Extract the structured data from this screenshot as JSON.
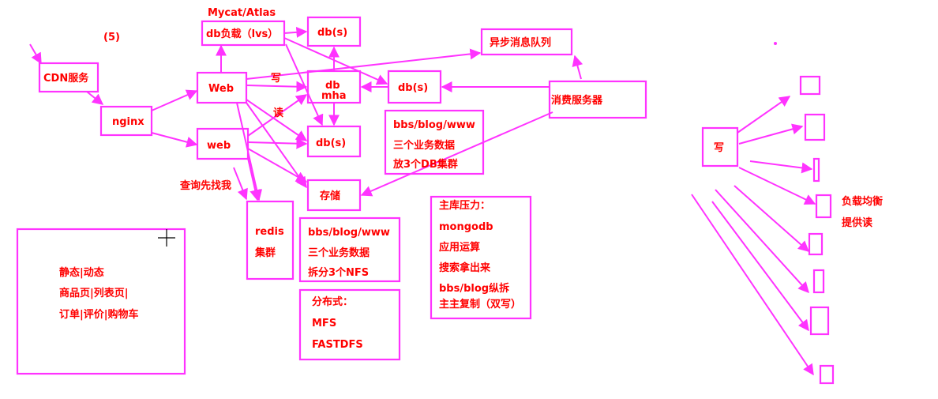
{
  "colors": {
    "stroke": "#ff33ff",
    "text": "#ff0000"
  },
  "labels": {
    "step": "(5)",
    "mycat": "Mycat/Atlas",
    "cdn": "CDN服务",
    "nginx": "nginx",
    "web_upper": "Web",
    "web_lower": "web",
    "db_lb": "db负载（lvs）",
    "db_s_top": "db(s)",
    "db": "db",
    "mha": "mha",
    "db_s_right": "db(s)",
    "db_s_bottom": "db(s)",
    "mq": "异步消息队列",
    "consumer": "消费服务器",
    "write": "写",
    "read": "读",
    "query_first": "查询先找我",
    "storage": "存储",
    "redis_1": "redis",
    "redis_2": "集群",
    "static_dynamic": "静态|动态",
    "pages": "商品页|列表页|",
    "orders": "订单|评价|购物车",
    "write_right": "写",
    "lb_right_1": "负载均衡",
    "lb_right_2": "提供读"
  },
  "notes": {
    "db_cluster": [
      "bbs/blog/www",
      "三个业务数据",
      "放3个DB集群"
    ],
    "nfs": [
      "bbs/blog/www",
      "三个业务数据",
      "拆分3个NFS"
    ],
    "dist": [
      "分布式：",
      "MFS",
      "FASTDFS"
    ],
    "pressure": [
      "主库压力：",
      "mongodb",
      "应用运算",
      "搜索拿出来",
      "bbs/blog纵拆",
      "主主复制（双写）"
    ]
  }
}
